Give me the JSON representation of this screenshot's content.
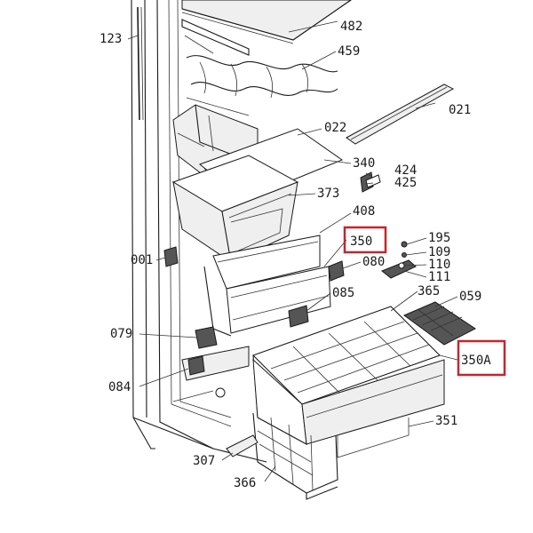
{
  "labels": {
    "p482": "482",
    "p123": "123",
    "p459": "459",
    "p021": "021",
    "p022": "022",
    "p340": "340",
    "p424": "424",
    "p425": "425",
    "p373": "373",
    "p408": "408",
    "p350": "350",
    "p195": "195",
    "p109": "109",
    "p110": "110",
    "p111": "111",
    "p001": "001",
    "p080": "080",
    "p085": "085",
    "p365": "365",
    "p059": "059",
    "p079": "079",
    "p350a": "350A",
    "p084": "084",
    "p351": "351",
    "p307": "307",
    "p366": "366"
  },
  "highlight_color": "#c1272d"
}
